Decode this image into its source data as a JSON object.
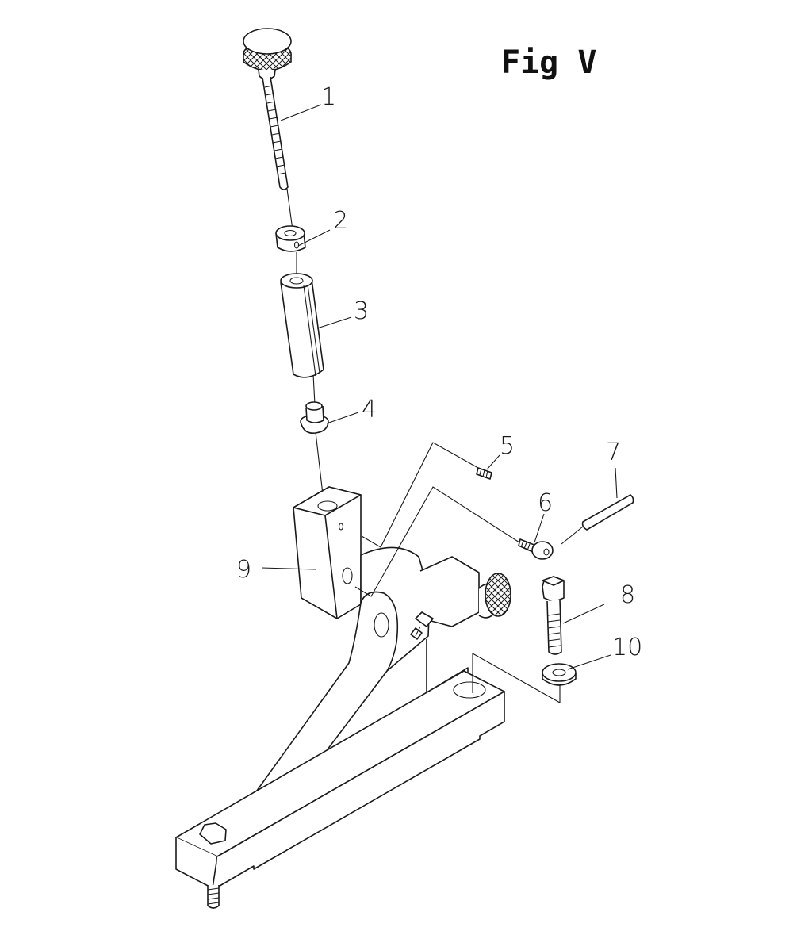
{
  "figure": {
    "title": "Fig V"
  },
  "callouts": [
    {
      "id": "1",
      "text": "1"
    },
    {
      "id": "2",
      "text": "2"
    },
    {
      "id": "3",
      "text": "3"
    },
    {
      "id": "4",
      "text": "4"
    },
    {
      "id": "5",
      "text": "5"
    },
    {
      "id": "6",
      "text": "6"
    },
    {
      "id": "7",
      "text": "7"
    },
    {
      "id": "8",
      "text": "8"
    },
    {
      "id": "9",
      "text": "9"
    },
    {
      "id": "10",
      "text": "10"
    }
  ],
  "colors": {
    "ink": "#1a1a1a",
    "background": "#ffffff"
  }
}
